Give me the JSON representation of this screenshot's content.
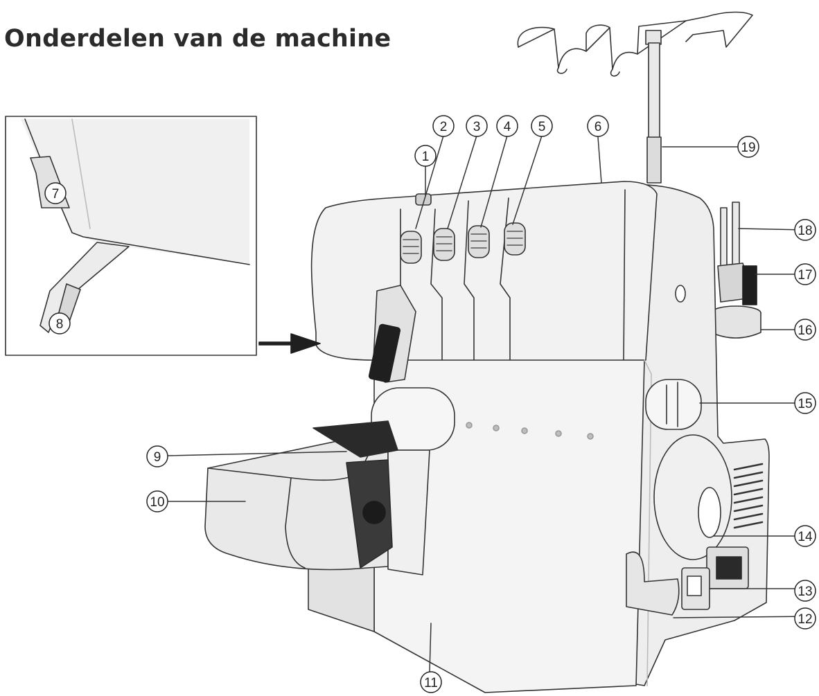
{
  "title": "Onderdelen van de machine",
  "callouts": [
    {
      "number": "1"
    },
    {
      "number": "2"
    },
    {
      "number": "3"
    },
    {
      "number": "4"
    },
    {
      "number": "5"
    },
    {
      "number": "6"
    },
    {
      "number": "7"
    },
    {
      "number": "8"
    },
    {
      "number": "9"
    },
    {
      "number": "10"
    },
    {
      "number": "11"
    },
    {
      "number": "12"
    },
    {
      "number": "13"
    },
    {
      "number": "14"
    },
    {
      "number": "15"
    },
    {
      "number": "16"
    },
    {
      "number": "17"
    },
    {
      "number": "18"
    },
    {
      "number": "19"
    }
  ],
  "colors": {
    "body_light": "#f1f1f1",
    "body_mid": "#e2e2e2",
    "body_shadow": "#cfcfcf",
    "outline": "#333333",
    "dark_part": "#2a2a2a"
  }
}
